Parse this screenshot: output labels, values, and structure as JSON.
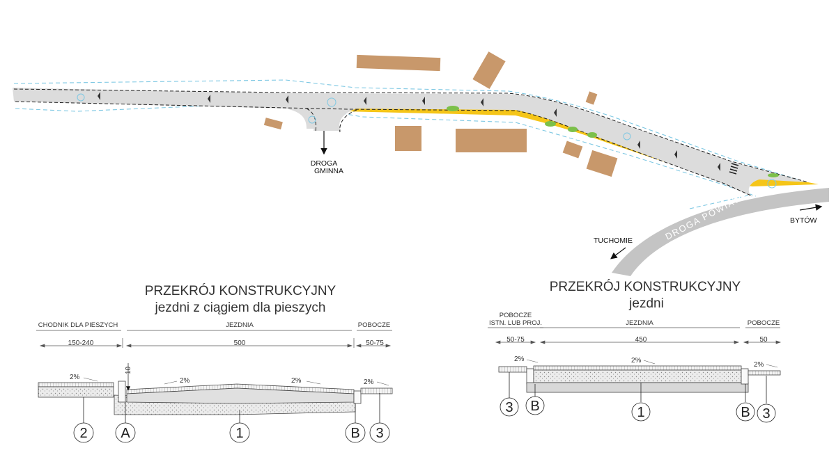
{
  "plan": {
    "labels": {
      "droga_gminna": [
        "DROGA",
        "GMINNA"
      ],
      "droga_powiatowa": "DROGA POWIATOWA",
      "tuchomie": "TUCHOMIE",
      "bytow": "BYTÓW"
    },
    "colors": {
      "road": "#dcdcdc",
      "sidewalk": "#f5c518",
      "building": "#c8986b",
      "boundary": "#7ec8e3",
      "greenery": "#7cc04a",
      "county_road": "#c4c4c4"
    }
  },
  "section_left": {
    "title_line1": "PRZEKRÓJ KONSTRUKCYJNY",
    "title_line2": "jezdni  z ciągiem dla pieszych",
    "headers": [
      "CHODNIK DLA PIESZYCH",
      "JEZDNIA",
      "POBOCZE"
    ],
    "dimensions": [
      "150-240",
      "500",
      "50-75"
    ],
    "curb_height": "10",
    "slopes": [
      "2%",
      "2%",
      "2%",
      "2%"
    ],
    "markers": [
      "2",
      "A",
      "1",
      "B",
      "3"
    ]
  },
  "section_right": {
    "title_line1": "PRZEKRÓJ KONSTRUKCYJNY",
    "title_line2": "jezdni",
    "headers": [
      "POBOCZE",
      "ISTN. LUB PROJ.",
      "JEZDNIA",
      "POBOCZE"
    ],
    "dimensions": [
      "50-75",
      "450",
      "50"
    ],
    "slopes": [
      "2%",
      "2%",
      "2%"
    ],
    "markers": [
      "3",
      "B",
      "1",
      "B",
      "3"
    ]
  }
}
